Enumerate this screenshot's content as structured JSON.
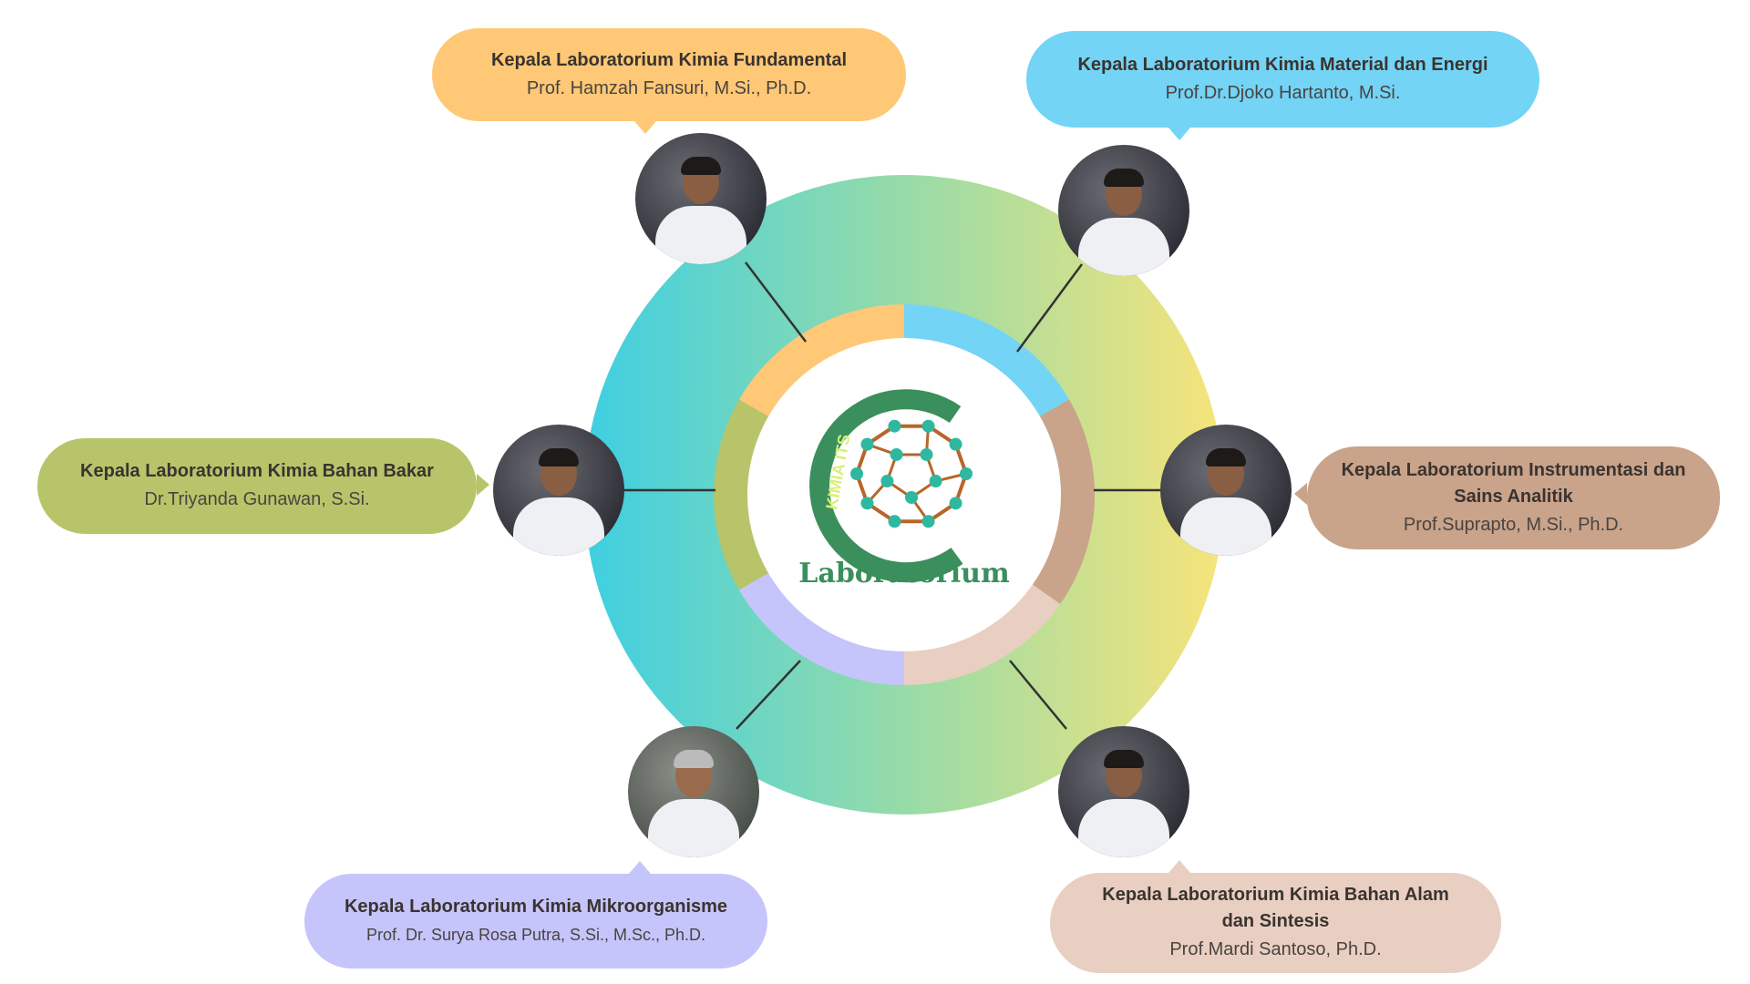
{
  "logo": {
    "arc_text": "KIMIA ITS",
    "label": "Laboratorium"
  },
  "colors": {
    "orange": "#fec876",
    "blue": "#73d4f5",
    "olive": "#b8c46a",
    "brown": "#c9a38a",
    "lavender": "#c5c5fb",
    "pink": "#e8cfc1",
    "ring_left": "#3ecfe2",
    "ring_right": "#f7e47a"
  },
  "labs": [
    {
      "title": "Kepala Laboratorium Kimia Fundamental",
      "name": "Prof. Hamzah Fansuri, M.Si., Ph.D."
    },
    {
      "title": "Kepala Laboratorium Kimia Material dan Energi",
      "name": "Prof.Dr.Djoko Hartanto, M.Si."
    },
    {
      "title": "Kepala Laboratorium Kimia Bahan Bakar",
      "name": "Dr.Triyanda Gunawan, S.Si."
    },
    {
      "title": "Kepala Laboratorium Instrumentasi dan Sains Analitik",
      "name": "Prof.Suprapto, M.Si., Ph.D."
    },
    {
      "title": "Kepala Laboratorium Kimia Mikroorganisme",
      "name": "Prof. Dr. Surya Rosa Putra, S.Si., M.Sc., Ph.D."
    },
    {
      "title": "Kepala Laboratorium Kimia Bahan Alam dan Sintesis",
      "name": "Prof.Mardi Santoso, Ph.D."
    }
  ]
}
